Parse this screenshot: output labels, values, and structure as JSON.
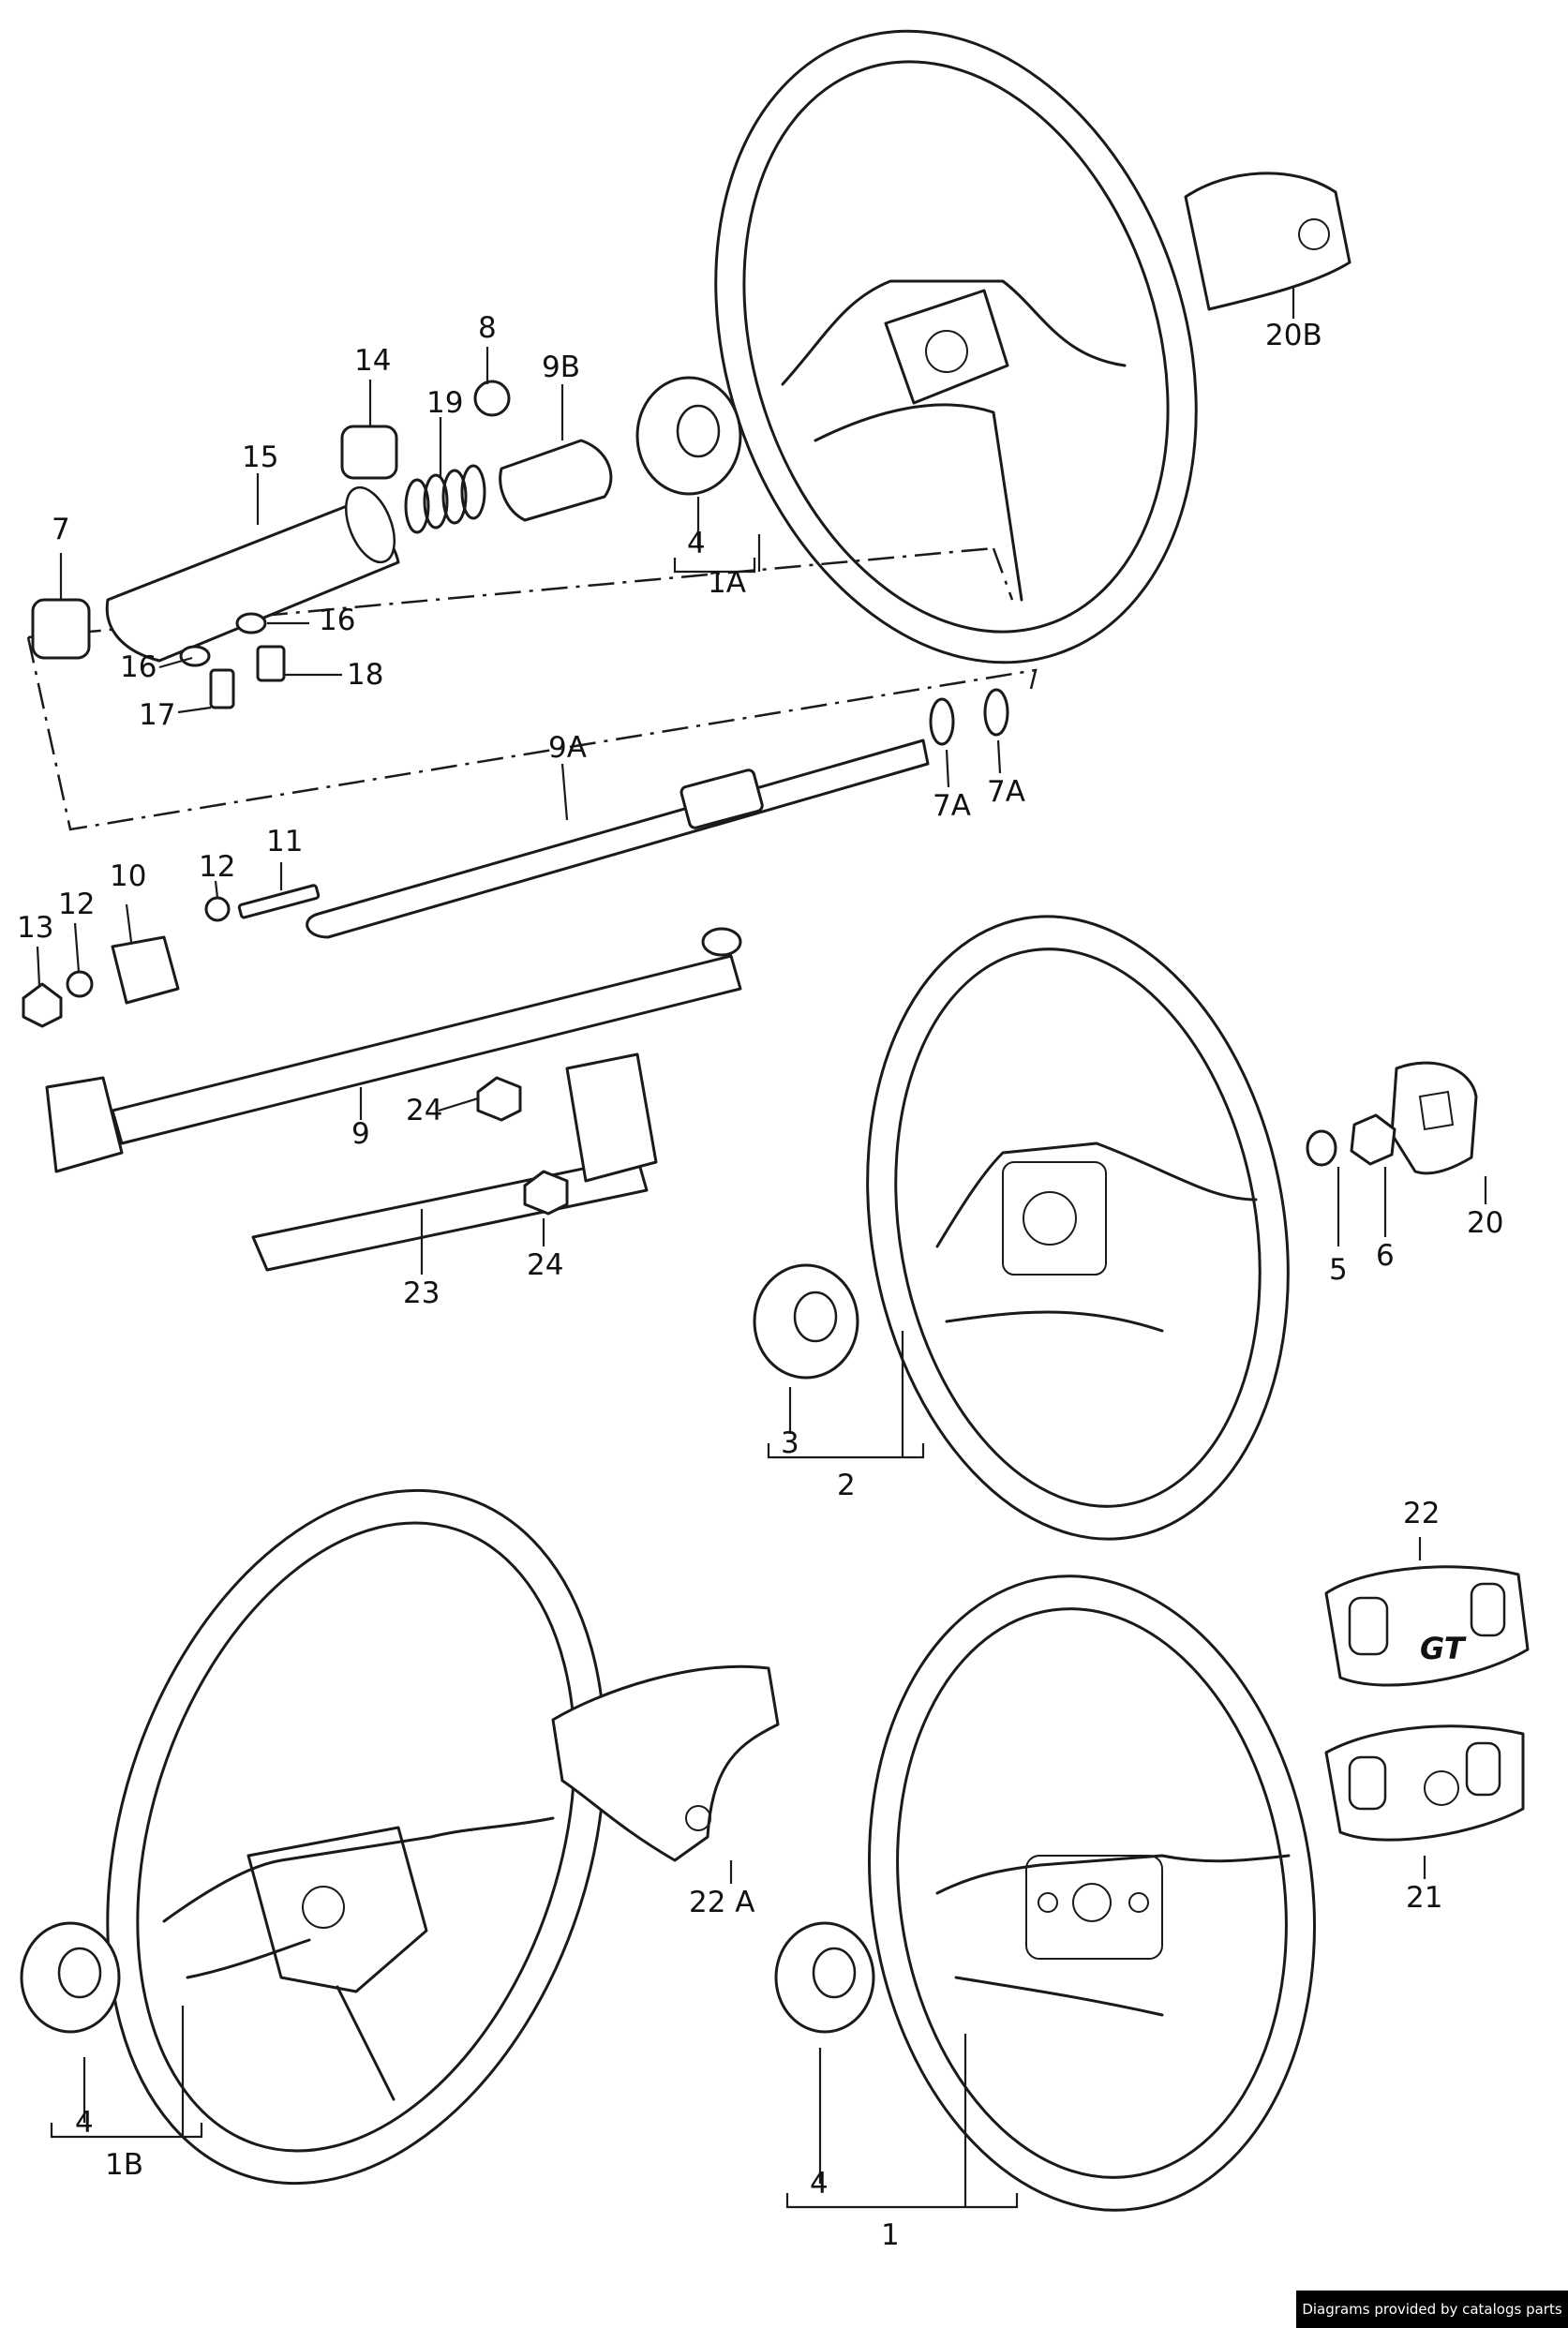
{
  "labels": {
    "p7": "7",
    "p14": "14",
    "p8": "8",
    "p19": "19",
    "p9B": "9B",
    "p15": "15",
    "p4a": "4",
    "p1A": "1A",
    "p20B": "20B",
    "p16a": "16",
    "p16b": "16",
    "p18": "18",
    "p17": "17",
    "p9A": "9A",
    "p7Aa": "7A",
    "p7Ab": "7A",
    "p11": "11",
    "p12a": "12",
    "p12b": "12",
    "p13": "13",
    "p10": "10",
    "p9": "9",
    "p24a": "24",
    "p24b": "24",
    "p23": "23",
    "p5": "5",
    "p6": "6",
    "p20": "20",
    "p3": "3",
    "p2": "2",
    "p22": "22",
    "p22A": "22 A",
    "p21": "21",
    "p4b": "4",
    "p1B": "1B",
    "p4c": "4",
    "p1": "1"
  },
  "badges": {
    "gt": "GT"
  },
  "footer": {
    "credit": "Diagrams provided by catalogs parts"
  }
}
